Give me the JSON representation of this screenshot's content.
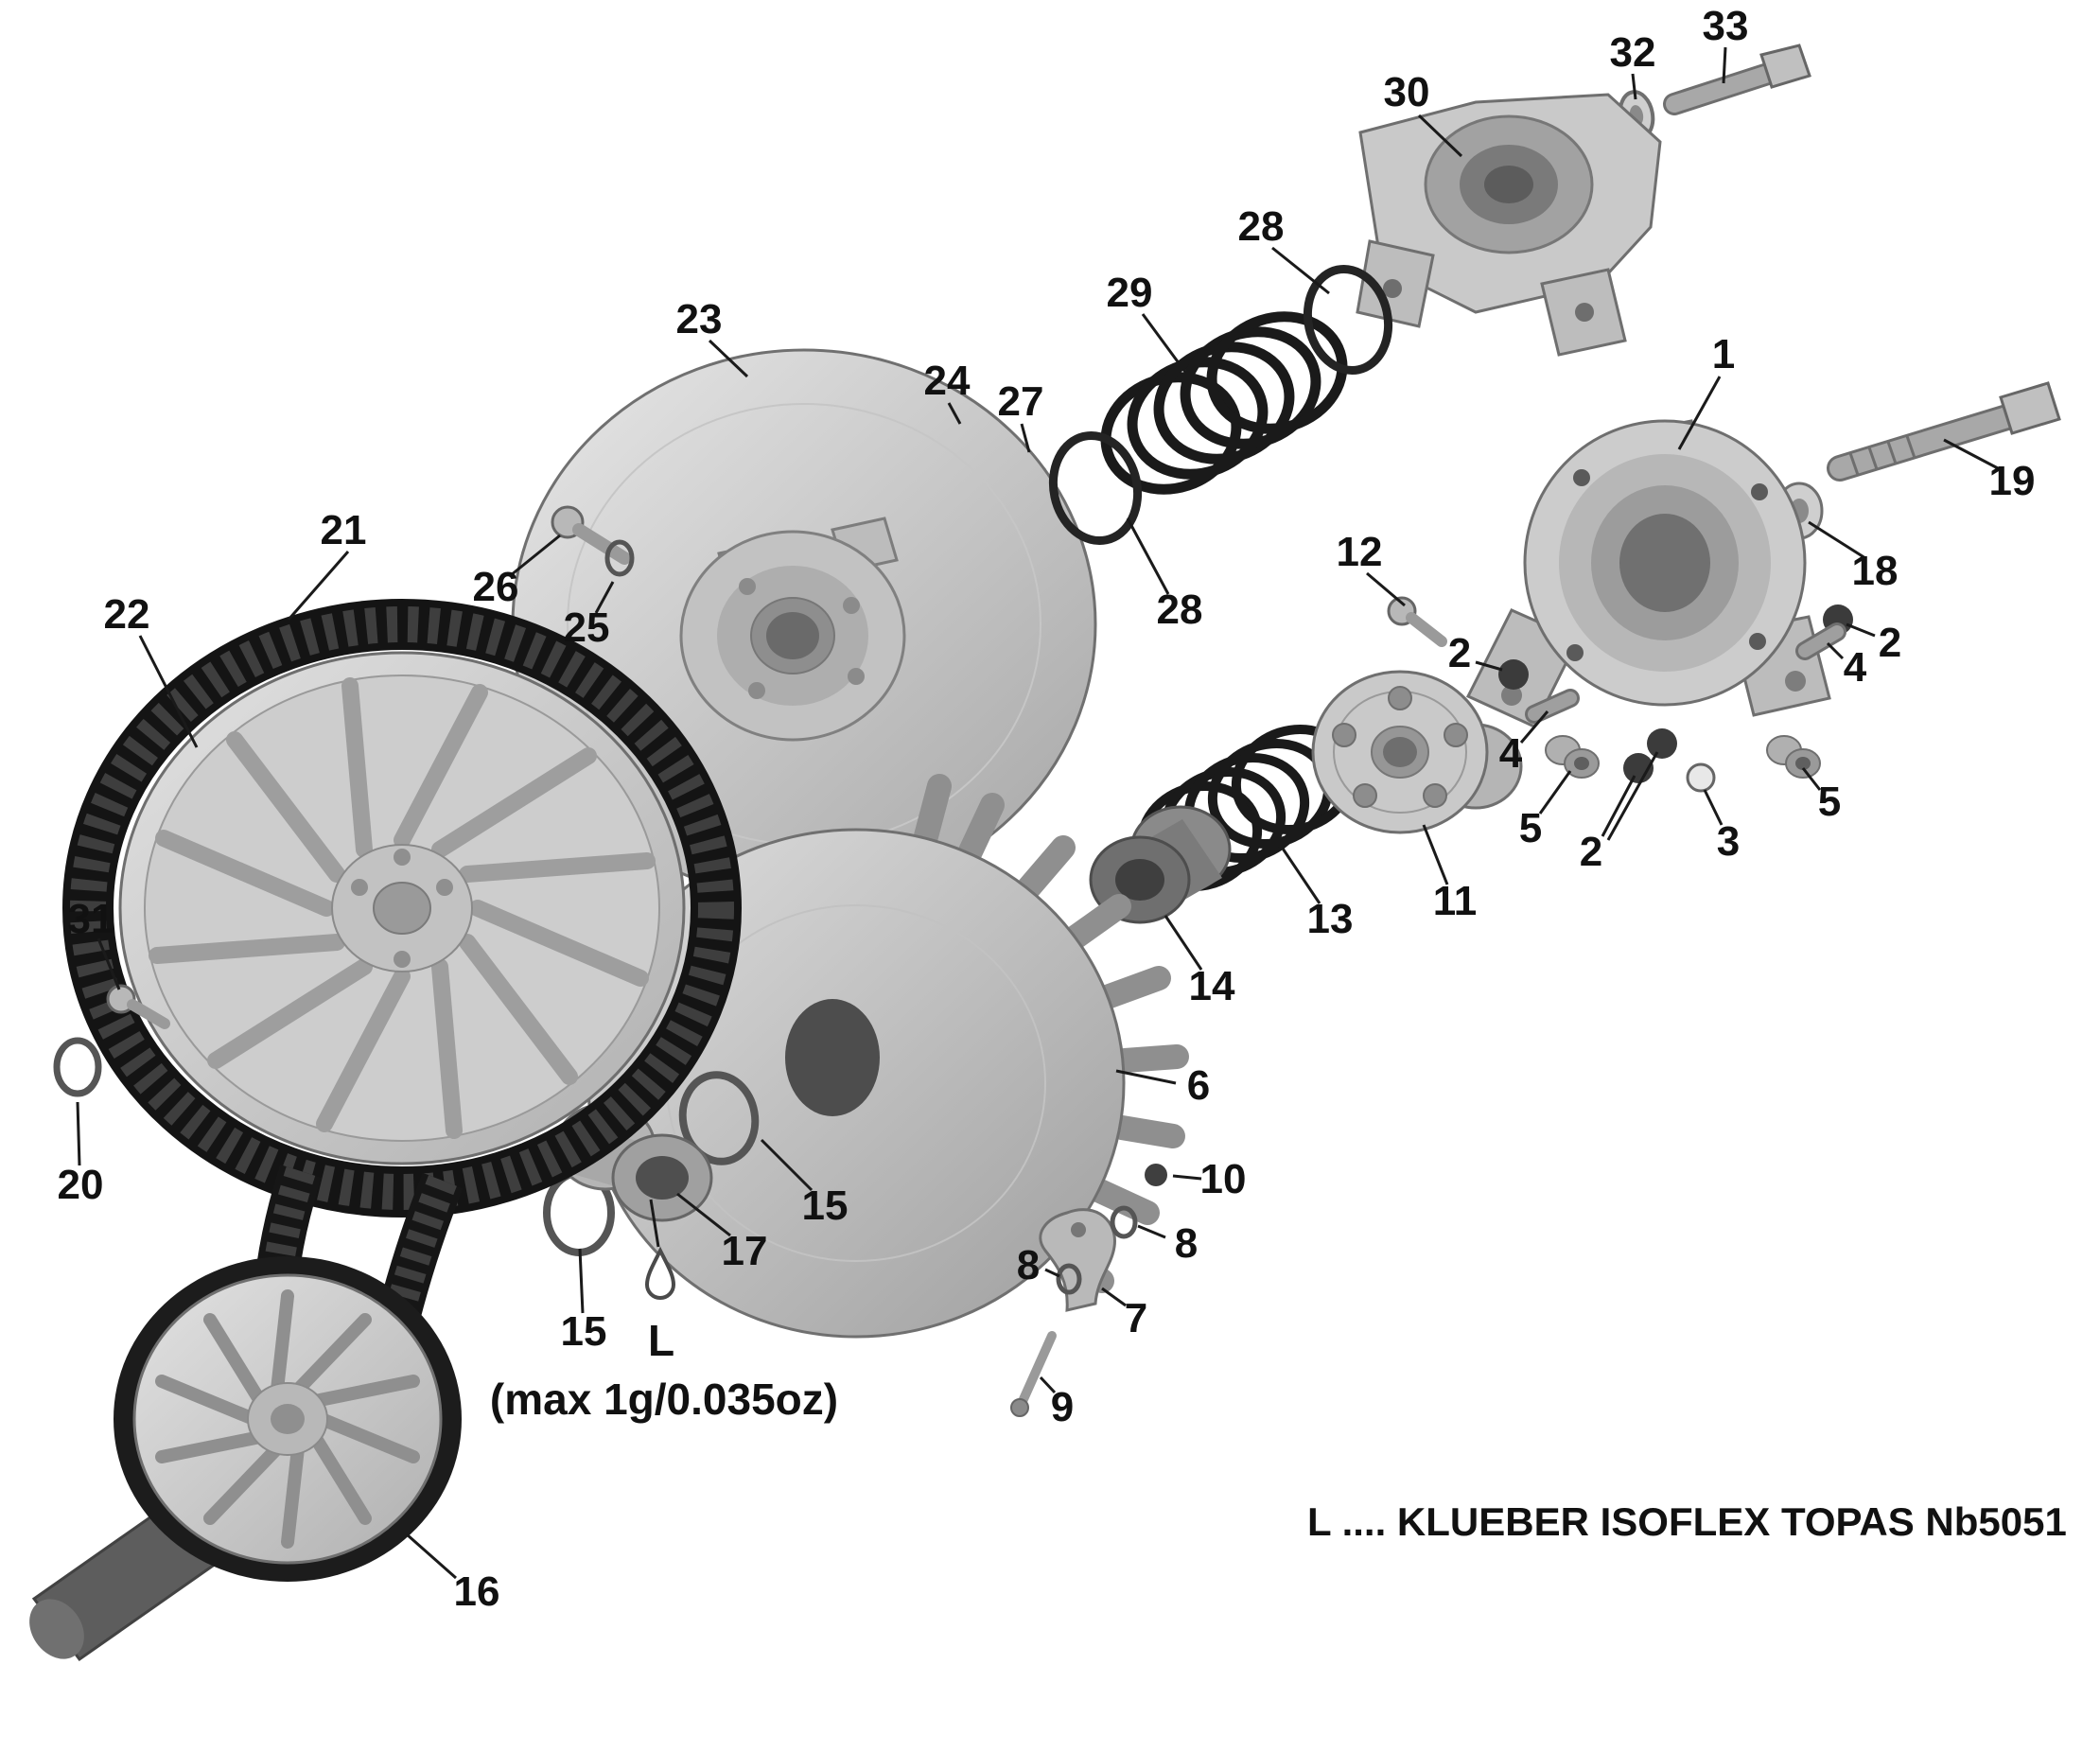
{
  "figure": {
    "kind": "exploded-parts-diagram",
    "background_color": "#ffffff",
    "callout_color": "#111111",
    "belt_color": "#1a1a1a",
    "metal_color": "#c9c9c9"
  },
  "annotations": {
    "lubricant_symbol": "L",
    "lubricant_max": "(max 1g/0.035oz)",
    "legend": "L .... KLUEBER ISOFLEX TOPAS Nb5051"
  },
  "callouts": {
    "items": [
      {
        "label": "33"
      },
      {
        "label": "32"
      },
      {
        "label": "30"
      },
      {
        "label": "28"
      },
      {
        "label": "29"
      },
      {
        "label": "23"
      },
      {
        "label": "24"
      },
      {
        "label": "27"
      },
      {
        "label": "1"
      },
      {
        "label": "19"
      },
      {
        "label": "18"
      },
      {
        "label": "21"
      },
      {
        "label": "26"
      },
      {
        "label": "25"
      },
      {
        "label": "22"
      },
      {
        "label": "28"
      },
      {
        "label": "12"
      },
      {
        "label": "2"
      },
      {
        "label": "2"
      },
      {
        "label": "4"
      },
      {
        "label": "4"
      },
      {
        "label": "5"
      },
      {
        "label": "5"
      },
      {
        "label": "3"
      },
      {
        "label": "2"
      },
      {
        "label": "11"
      },
      {
        "label": "13"
      },
      {
        "label": "14"
      },
      {
        "label": "31"
      },
      {
        "label": "20"
      },
      {
        "label": "6"
      },
      {
        "label": "10"
      },
      {
        "label": "8"
      },
      {
        "label": "8"
      },
      {
        "label": "7"
      },
      {
        "label": "15"
      },
      {
        "label": "17"
      },
      {
        "label": "15"
      },
      {
        "label": "9"
      },
      {
        "label": "16"
      }
    ]
  }
}
